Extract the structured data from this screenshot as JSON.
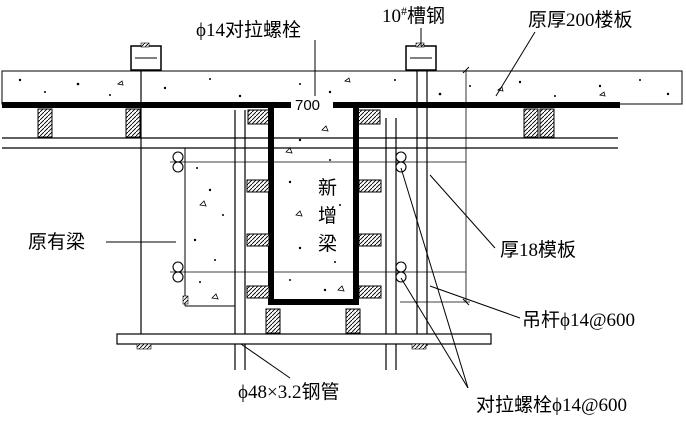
{
  "labels": {
    "tie_bolt_top": "ϕ14对拉螺栓",
    "channel_steel": "10",
    "channel_steel_sup": "#",
    "channel_steel_name": "槽钢",
    "slab": "原厚200楼板",
    "dimension_width": "700",
    "new_beam": [
      "新",
      "增",
      "梁"
    ],
    "existing_beam": "原有梁",
    "formwork": "厚18模板",
    "hanger_rod": "吊杆ϕ14@600",
    "steel_pipe": "ϕ48×3.2钢管",
    "tie_bolt_bottom": "对拉螺栓ϕ14@600"
  }
}
